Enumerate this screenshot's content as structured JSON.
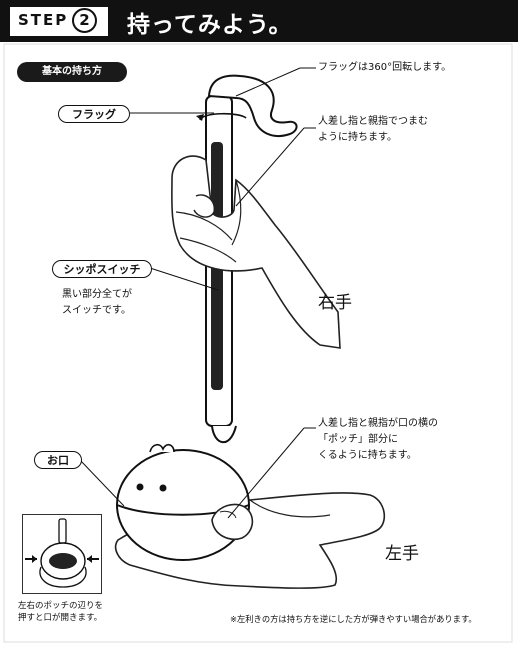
{
  "header": {
    "step_label": "STEP",
    "step_number": "2",
    "title": "持ってみよう。"
  },
  "section_label": "基本の持ち方",
  "callouts": {
    "flag_label": "フラッグ",
    "flag_note": "フラッグは360°回転します。",
    "grip_note_line1": "人差し指と親指でつまむ",
    "grip_note_line2": "ように持ちます。",
    "switch_label": "シッポスイッチ",
    "switch_note_line1": "黒い部分全てが",
    "switch_note_line2": "スイッチです。",
    "mouth_label": "お口",
    "mouth_note_line1": "人差し指と親指が口の横の",
    "mouth_note_line2": "「ポッチ」部分に",
    "mouth_note_line3": "くるように持ちます。"
  },
  "hands": {
    "right": "右手",
    "left": "左手"
  },
  "inset": {
    "caption_line1": "左右のポッチの辺りを",
    "caption_line2": "押すと口が開きます。"
  },
  "footnote": "※左利きの方は持ち方を逆にした方が弾きやすい場合があります。"
}
